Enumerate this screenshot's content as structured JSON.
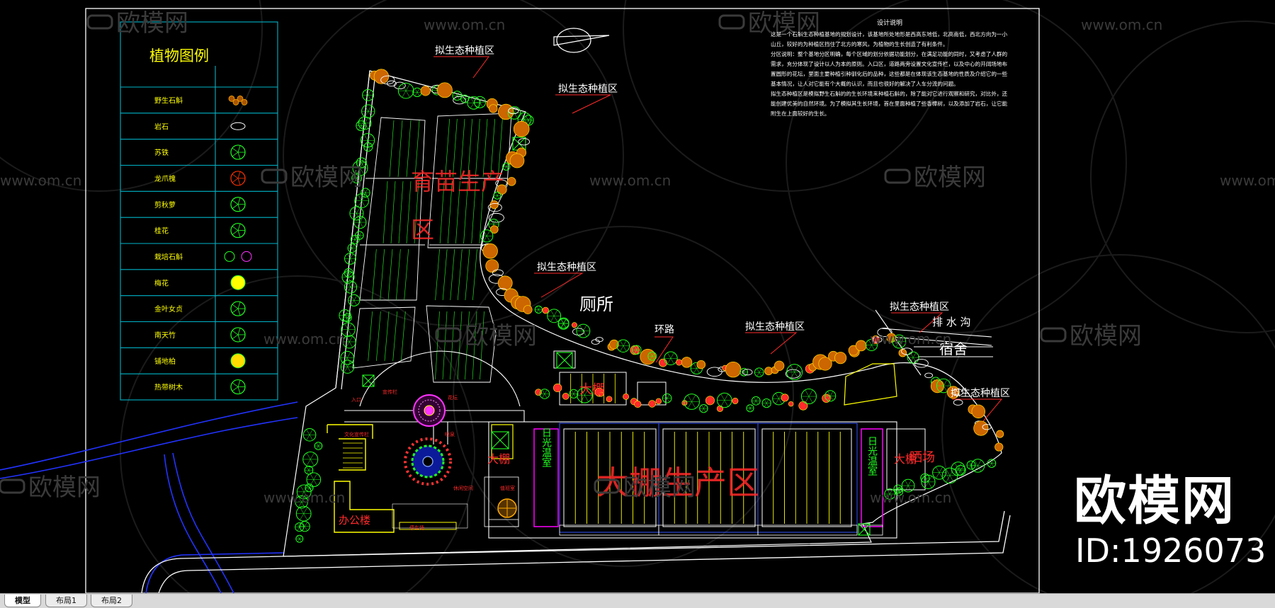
{
  "legend": {
    "title": "植物图例",
    "rows": [
      {
        "label": "野生石斛",
        "icon": "orchid-cluster-icon"
      },
      {
        "label": "岩石",
        "icon": "rock-icon"
      },
      {
        "label": "苏铁",
        "icon": "cycad-icon"
      },
      {
        "label": "龙爪槐",
        "icon": "pagoda-tree-icon"
      },
      {
        "label": "剪秋萝",
        "icon": "lychnis-icon"
      },
      {
        "label": "桂花",
        "icon": "osmanthus-icon"
      },
      {
        "label": "栽培石斛",
        "icon": "cultivated-orchid-icon"
      },
      {
        "label": "梅花",
        "icon": "plum-blossom-icon"
      },
      {
        "label": "金叶女贞",
        "icon": "golden-privet-icon"
      },
      {
        "label": "南天竹",
        "icon": "nandina-icon"
      },
      {
        "label": "铺地柏",
        "icon": "creeping-juniper-icon"
      },
      {
        "label": "热带树木",
        "icon": "tropical-tree-icon"
      }
    ]
  },
  "notes": {
    "title": "设计说明",
    "paragraphs": [
      "这是一个石斛生态种植基地的规划设计，该基地所处地形是西高东地低，北高南低，西北方向为一小山丘，较好的为种植区挡住了北方的寒风，为植物的生长创造了有利条件。",
      "分区说明：整个基地分区明确，每个区域的划分依据功能划分，在满足功能的同时，又考虑了人群的需求，充分体现了设计以人为本的原则。入口区，道路两旁设置文化宣传栏，以及中心的开阔场地布置圆形的花坛，里面主要种植引种驯化后的品种，这些都是在体现该生态基地的性质及介绍它的一些基本情况，让人对它能有个大概的认识，而且也很好的解决了人车分流的问题。",
      "拟生态种植区是模拟野生石斛的的生长环境来种植石斛的，除了能对它进行观察和研究，对比外，还能创建优美的自然环境。为了模拟其生长环境，首在里面种植了些香樟树，以及添加了岩石，让它能附生在上面较好的生长。"
    ]
  },
  "plan": {
    "zone_labels": [
      "拟生态种植区",
      "拟生态种植区",
      "拟生态种植区",
      "拟生态种植区",
      "拟生态种植区",
      "拟生态种植区"
    ],
    "seedling_zone": "育苗生产区",
    "seedling_zone_a": "育苗生产",
    "seedling_zone_b": "区",
    "toilet": "厕所",
    "ring_road": "环路",
    "drain": "排 水 沟",
    "dorm": "宿舍",
    "greenhouse_zone": "大棚生产区",
    "greenhouse": "大棚",
    "greenhouse2": "大棚",
    "greenhouse3": "大棚",
    "drying_field": "晒场",
    "sunlight_room": "日光温室",
    "sunlight_room2": "日光温室",
    "office": "办公楼",
    "parking": "停车场",
    "flower_bed": "花坛",
    "fountain": "喷泉",
    "leisure_square": "休闲空间",
    "culture_board": "文化宣传栏",
    "entrance": "入口",
    "small_lbl_a": "宣传栏",
    "small_lbl_b": "值班室"
  },
  "watermark": {
    "text_cn": "欧模网",
    "text_url": "www.om.cn",
    "brand": "欧模网",
    "id": "ID:1926073"
  },
  "tabs": [
    {
      "label": "模型",
      "active": true
    },
    {
      "label": "布局1",
      "active": false
    },
    {
      "label": "布局2",
      "active": false
    }
  ],
  "colors": {
    "background": "#000000",
    "line_white": "#ffffff",
    "line_yellow": "#ffff00",
    "plant_green": "#22ff22",
    "flower_orange": "#ff9900",
    "label_red": "#ff2a2a",
    "legend_cyan": "#00b4c8",
    "road_blue": "#2233ff",
    "greenhouse_magenta": "#ff00ff"
  }
}
